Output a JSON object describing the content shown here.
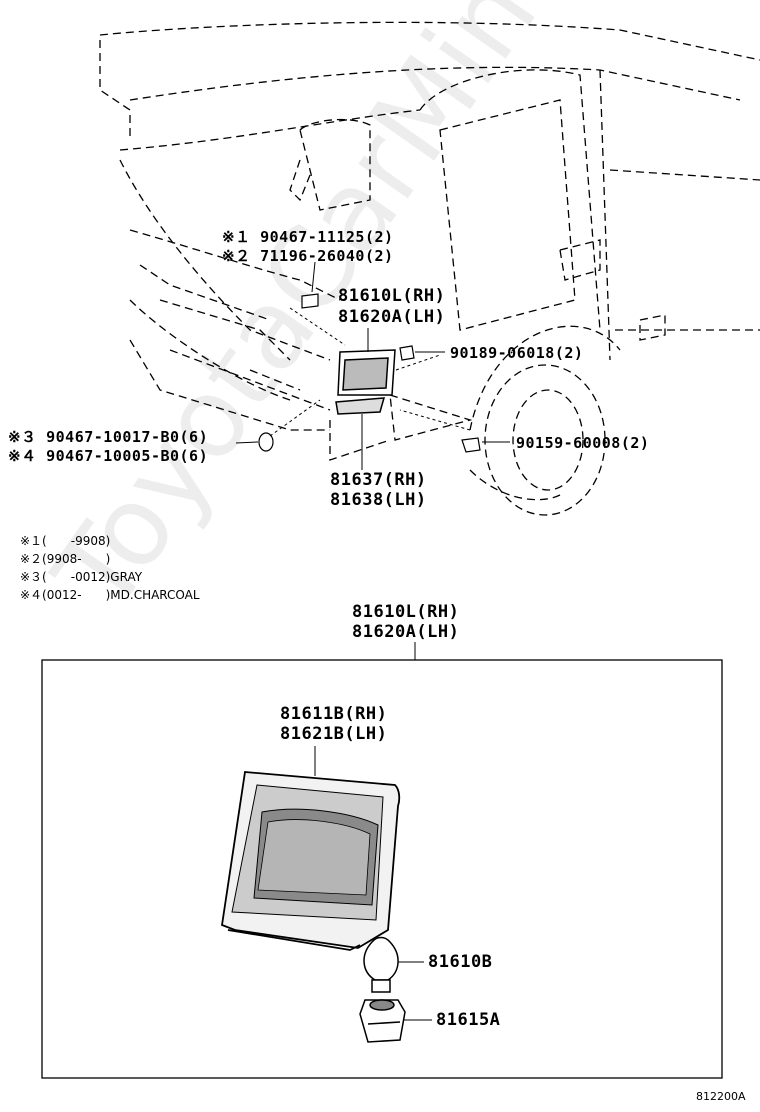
{
  "watermark": "ToyotaCarMine.ru",
  "upper": {
    "c1_part": "※１ 90467-11125(2)",
    "c2_part": "※２ 71196-26040(2)",
    "assy_rh": "81610L(RH)",
    "assy_lh": "81620A(LH)",
    "screw": "90189-06018(2)",
    "c3_part": "※３ 90467-10017-B0(6)",
    "c4_part": "※４ 90467-10005-B0(6)",
    "bolt": "90159-60008(2)",
    "reflector_rh": "81637(RH)",
    "reflector_lh": "81638(LH)"
  },
  "notes": [
    "※１(　　-9908)",
    "※２(9908-　　)",
    "※３(　　-0012)GRAY",
    "※４(0012-　　)MD.CHARCOAL"
  ],
  "detail": {
    "assy_rh": "81610L(RH)",
    "assy_lh": "81620A(LH)",
    "lens_rh": "81611B(RH)",
    "lens_lh": "81621B(LH)",
    "bulb": "81610B",
    "socket": "81615A"
  },
  "diagram_code": "812200A"
}
